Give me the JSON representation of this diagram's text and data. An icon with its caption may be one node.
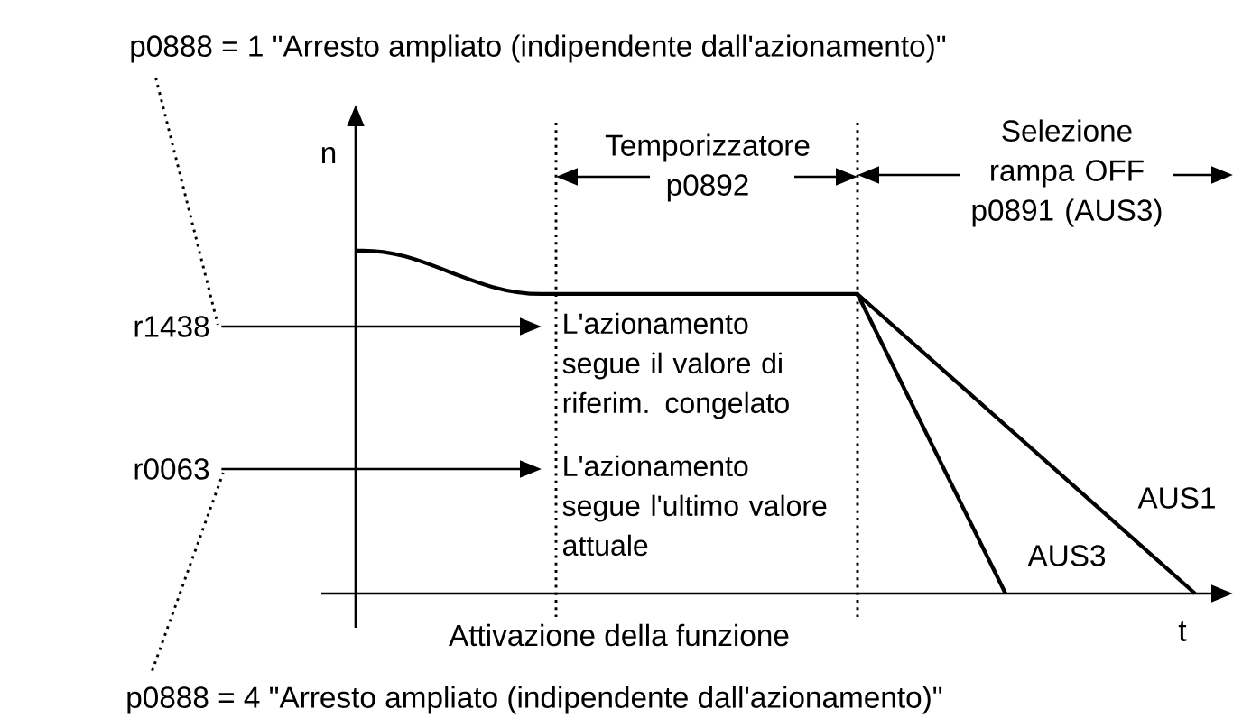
{
  "diagram": {
    "nodes": [
      {
        "text": [
          "p0888 = 1 \"Arresto ampliato (indipendente dall'azionamento)\""
        ]
      },
      {
        "text": [
          "r1438"
        ]
      },
      {
        "text": [
          "L'azionamento segue il valore di riferim. congelato"
        ]
      },
      {
        "text": [
          "r0063"
        ]
      },
      {
        "text": [
          "L'azionamento segue l'ultimo valore attuale"
        ]
      },
      {
        "text": [
          "p0888 = 4 \"Arresto ampliato (indipendente dall'azionamento)\""
        ]
      }
    ],
    "edges": [
      {
        "from": 0,
        "to": 1,
        "arrow": "none",
        "style": "dashed"
      },
      {
        "from": 1,
        "to": 2,
        "arrow": "to"
      },
      {
        "from": 3,
        "to": 4,
        "arrow": "to"
      },
      {
        "from": 5,
        "to": 3,
        "arrow": "none",
        "style": "dashed"
      }
    ],
    "labels": [
      "n",
      "Temporizzatore p0892",
      "Selezione rampa OFF p0891 (AUS3)",
      "AUS1",
      "AUS3",
      "t",
      "Attivazione della funzione"
    ]
  }
}
